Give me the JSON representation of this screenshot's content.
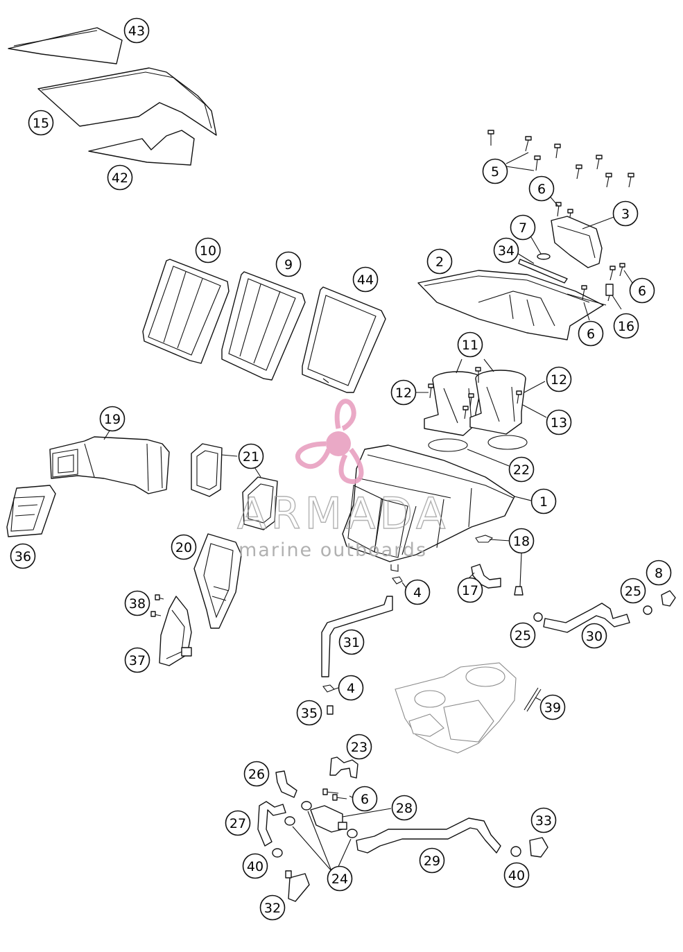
{
  "diagram": {
    "callouts": [
      {
        "id": "c43a",
        "label": "43"
      },
      {
        "id": "c15",
        "label": "15"
      },
      {
        "id": "c42",
        "label": "42"
      },
      {
        "id": "c5",
        "label": "5"
      },
      {
        "id": "c6a",
        "label": "6"
      },
      {
        "id": "c3",
        "label": "3"
      },
      {
        "id": "c7",
        "label": "7"
      },
      {
        "id": "c34",
        "label": "34"
      },
      {
        "id": "c2",
        "label": "2"
      },
      {
        "id": "c6b",
        "label": "6"
      },
      {
        "id": "c6c",
        "label": "6"
      },
      {
        "id": "c16",
        "label": "16"
      },
      {
        "id": "c10",
        "label": "10"
      },
      {
        "id": "c9",
        "label": "9"
      },
      {
        "id": "c44",
        "label": "44"
      },
      {
        "id": "c11",
        "label": "11"
      },
      {
        "id": "c12a",
        "label": "12"
      },
      {
        "id": "c12b",
        "label": "12"
      },
      {
        "id": "c13",
        "label": "13"
      },
      {
        "id": "c22",
        "label": "22"
      },
      {
        "id": "c19",
        "label": "19"
      },
      {
        "id": "c21",
        "label": "21"
      },
      {
        "id": "c1",
        "label": "1"
      },
      {
        "id": "c18",
        "label": "18"
      },
      {
        "id": "c36",
        "label": "36"
      },
      {
        "id": "c20",
        "label": "20"
      },
      {
        "id": "c4a",
        "label": "4"
      },
      {
        "id": "c17",
        "label": "17"
      },
      {
        "id": "c8",
        "label": "8"
      },
      {
        "id": "c25a",
        "label": "25"
      },
      {
        "id": "c25b",
        "label": "25"
      },
      {
        "id": "c30",
        "label": "30"
      },
      {
        "id": "c38",
        "label": "38"
      },
      {
        "id": "c37",
        "label": "37"
      },
      {
        "id": "c31",
        "label": "31"
      },
      {
        "id": "c4b",
        "label": "4"
      },
      {
        "id": "c35",
        "label": "35"
      },
      {
        "id": "c39",
        "label": "39"
      },
      {
        "id": "c23",
        "label": "23"
      },
      {
        "id": "c26",
        "label": "26"
      },
      {
        "id": "c6d",
        "label": "6"
      },
      {
        "id": "c28",
        "label": "28"
      },
      {
        "id": "c27",
        "label": "27"
      },
      {
        "id": "c33",
        "label": "33"
      },
      {
        "id": "c40a",
        "label": "40"
      },
      {
        "id": "c29",
        "label": "29"
      },
      {
        "id": "c24",
        "label": "24"
      },
      {
        "id": "c40b",
        "label": "40"
      },
      {
        "id": "c32",
        "label": "32"
      }
    ]
  },
  "watermark": {
    "brand": "ARMADA",
    "tagline": "marine outboards",
    "logo_color": "#e8a0c0",
    "text_color": "#9a9a9a"
  }
}
